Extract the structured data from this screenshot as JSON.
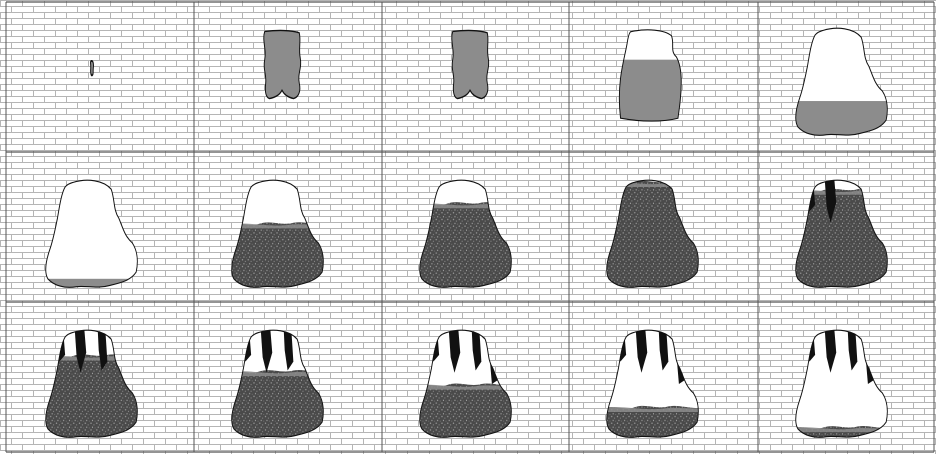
{
  "figure": {
    "grid": {
      "rows": 3,
      "cols": 5
    },
    "colors": {
      "background": "#ffffff",
      "brick_line": "#b5b5b5",
      "grid_line": "#555555",
      "outline": "#111111",
      "water": "#8c8c8c",
      "cavity": "#ffffff",
      "collapsed_rock": "#4a4a4a",
      "collapsed_speckle": "#9a9a9a",
      "dark_patch": "#111111"
    },
    "stages": [
      {
        "id": 1,
        "shape": "tiny",
        "water_fraction": 1.0,
        "collapse_fraction": 0.0,
        "dark_blocks": 0
      },
      {
        "id": 2,
        "shape": "narrow",
        "water_fraction": 1.0,
        "collapse_fraction": 0.0,
        "dark_blocks": 0
      },
      {
        "id": 3,
        "shape": "narrow",
        "water_fraction": 1.0,
        "collapse_fraction": 0.0,
        "dark_blocks": 0
      },
      {
        "id": 4,
        "shape": "mid",
        "water_fraction": 0.67,
        "collapse_fraction": 0.0,
        "dark_blocks": 0
      },
      {
        "id": 5,
        "shape": "large",
        "water_fraction": 0.33,
        "collapse_fraction": 0.0,
        "dark_blocks": 0
      },
      {
        "id": 6,
        "shape": "large",
        "water_fraction": 0.1,
        "collapse_fraction": 0.0,
        "dark_blocks": 0
      },
      {
        "id": 7,
        "shape": "large",
        "water_fraction": 0.03,
        "collapse_fraction": 0.6,
        "dark_blocks": 0
      },
      {
        "id": 8,
        "shape": "large",
        "water_fraction": 0.03,
        "collapse_fraction": 0.78,
        "dark_blocks": 0
      },
      {
        "id": 9,
        "shape": "large",
        "water_fraction": 0.03,
        "collapse_fraction": 0.97,
        "dark_blocks": 0
      },
      {
        "id": 10,
        "shape": "large",
        "water_fraction": 0.03,
        "collapse_fraction": 0.9,
        "dark_blocks": 2
      },
      {
        "id": 11,
        "shape": "large",
        "water_fraction": 0.03,
        "collapse_fraction": 0.76,
        "dark_blocks": 3
      },
      {
        "id": 12,
        "shape": "large",
        "water_fraction": 0.03,
        "collapse_fraction": 0.62,
        "dark_blocks": 3
      },
      {
        "id": 13,
        "shape": "large",
        "water_fraction": 0.03,
        "collapse_fraction": 0.5,
        "dark_blocks": 4
      },
      {
        "id": 14,
        "shape": "large",
        "water_fraction": 0.03,
        "collapse_fraction": 0.3,
        "dark_blocks": 4
      },
      {
        "id": 15,
        "shape": "large",
        "water_fraction": 0.05,
        "collapse_fraction": 0.12,
        "dark_blocks": 4
      }
    ]
  }
}
